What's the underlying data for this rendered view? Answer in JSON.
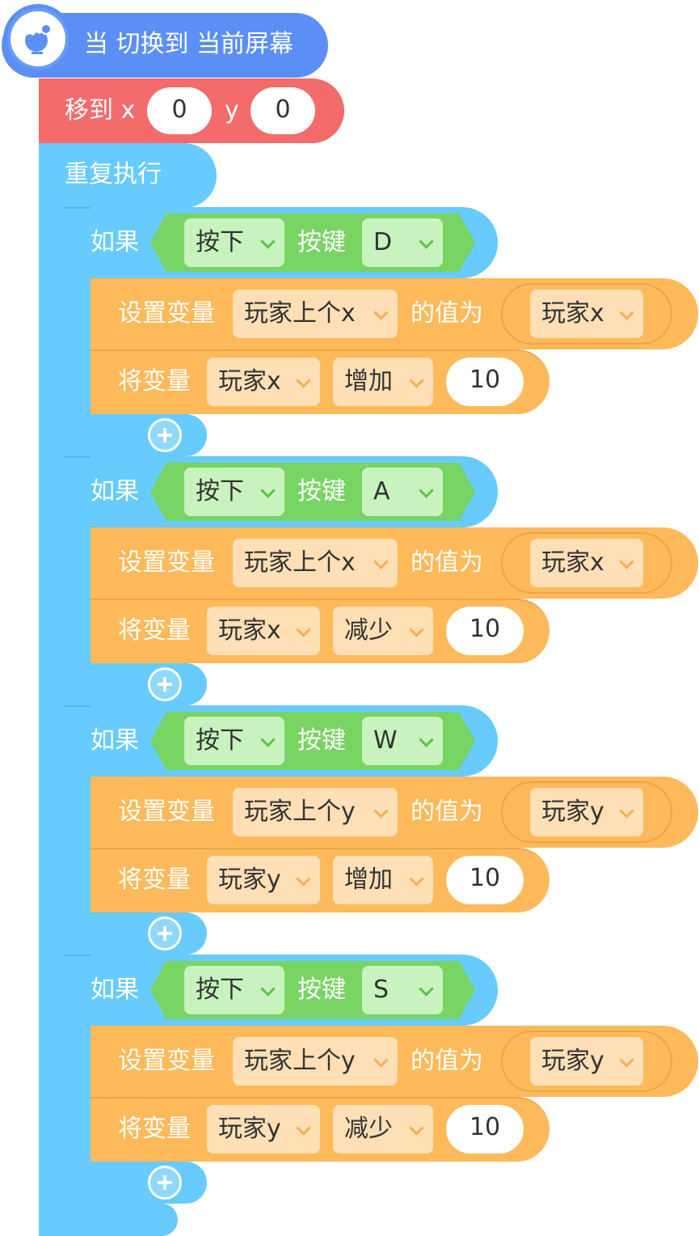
{
  "hat": {
    "label": "当 切换到 当前屏幕",
    "icon": "globe-screen-icon",
    "color": "#5c8ff5"
  },
  "move": {
    "label": "移到 x",
    "y_label": "y",
    "x_value": "0",
    "y_value": "0",
    "color": "#f36b6b"
  },
  "loop": {
    "label": "重复执行",
    "color": "#67cbfd"
  },
  "if_blocks": [
    {
      "if_label": "如果",
      "press_label": "按下",
      "key_label": "按键",
      "key": "D",
      "set_label": "设置变量",
      "set_var": "玩家上个x",
      "value_label": "的值为",
      "value_var": "玩家x",
      "change_label": "将变量",
      "change_var": "玩家x",
      "op": "增加",
      "amount": "10"
    },
    {
      "if_label": "如果",
      "press_label": "按下",
      "key_label": "按键",
      "key": "A",
      "set_label": "设置变量",
      "set_var": "玩家上个x",
      "value_label": "的值为",
      "value_var": "玩家x",
      "change_label": "将变量",
      "change_var": "玩家x",
      "op": "减少",
      "amount": "10"
    },
    {
      "if_label": "如果",
      "press_label": "按下",
      "key_label": "按键",
      "key": "W",
      "set_label": "设置变量",
      "set_var": "玩家上个y",
      "value_label": "的值为",
      "value_var": "玩家y",
      "change_label": "将变量",
      "change_var": "玩家y",
      "op": "增加",
      "amount": "10"
    },
    {
      "if_label": "如果",
      "press_label": "按下",
      "key_label": "按键",
      "key": "S",
      "set_label": "设置变量",
      "set_var": "玩家上个y",
      "value_label": "的值为",
      "value_var": "玩家y",
      "change_label": "将变量",
      "change_var": "玩家y",
      "op": "减少",
      "amount": "10"
    }
  ],
  "colors": {
    "control": "#67cbfd",
    "variable": "#fdb95a",
    "sensing": "#78d463",
    "event": "#5c8ff5",
    "motion": "#f36b6b"
  }
}
